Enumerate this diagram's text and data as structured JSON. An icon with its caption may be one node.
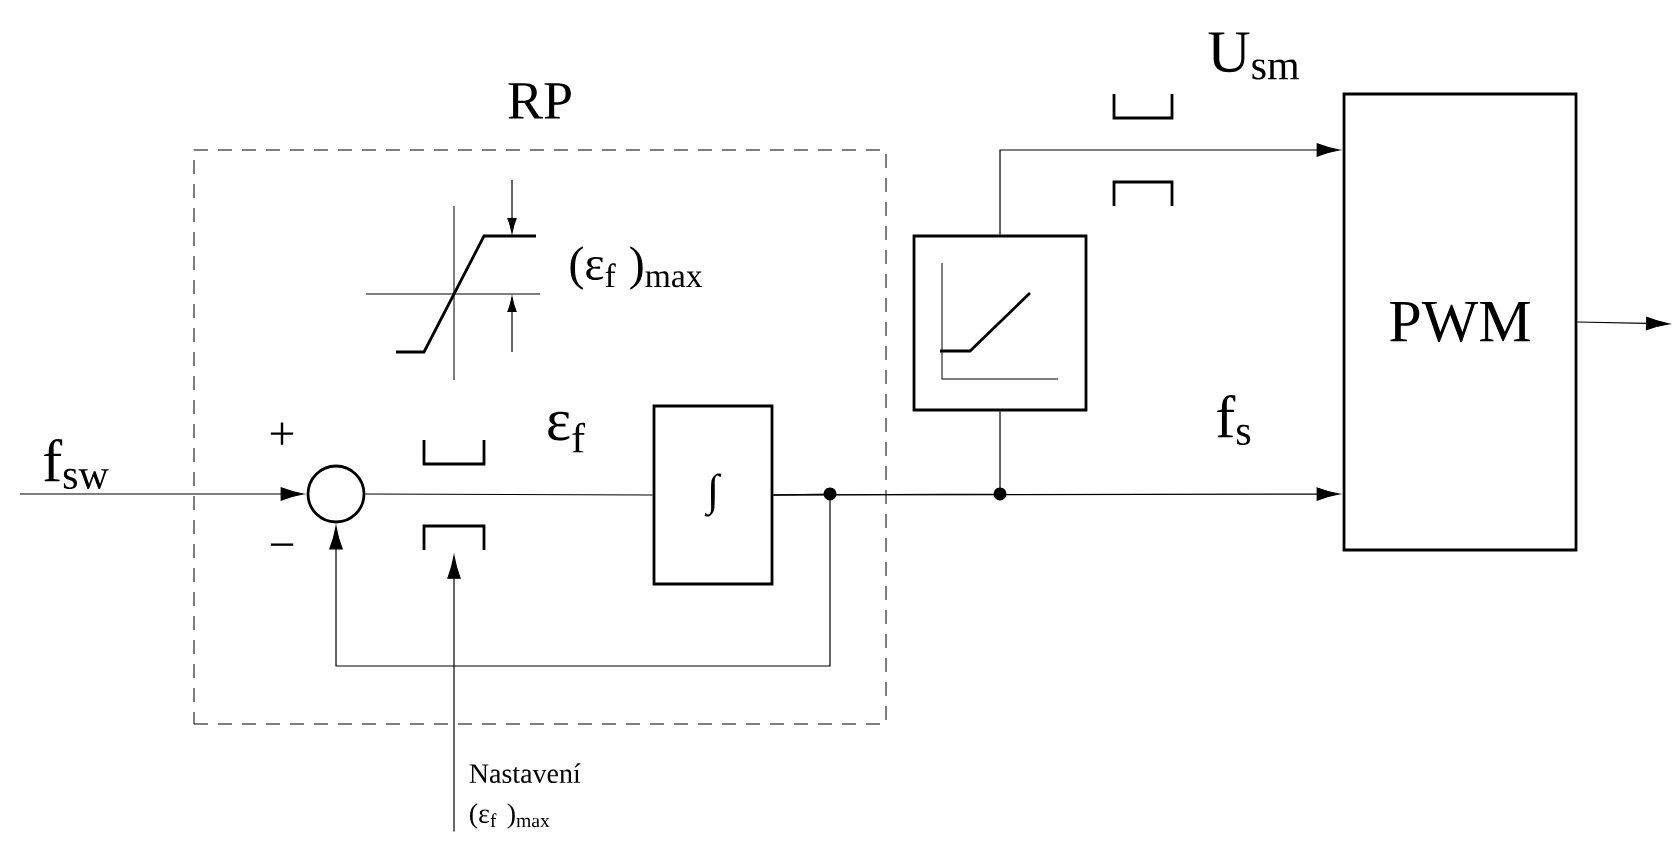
{
  "diagram": {
    "nodes": [
      {
        "text": [
          "RP"
        ]
      },
      {
        "text": [],
        "shape": "circle",
        "in": 0
      },
      {
        "text": [
          "∫"
        ],
        "in": 0
      },
      {
        "text": [],
        "shape": "box"
      },
      {
        "text": [
          "PWM"
        ]
      },
      {
        "text": [
          "Nastavení (ε$_{f}$ )$_{max}$"
        ]
      },
      {
        "text": [],
        "shape": "bracket",
        "in": 0
      }
    ],
    "edges": [
      {
        "from": null,
        "to": 1,
        "arrow": "to",
        "label": "f$_{sw}$"
      },
      {
        "from": 1,
        "to": 2,
        "arrow": "none",
        "label": "ε$_{f}$"
      },
      {
        "from": 2,
        "to": 1,
        "arrow": "to"
      },
      {
        "from": 2,
        "to": 3,
        "arrow": "none"
      },
      {
        "from": 2,
        "to": 4,
        "arrow": "to",
        "label": "f$_{s}$"
      },
      {
        "from": 3,
        "to": 4,
        "arrow": "to",
        "label": "U$_{sm}$"
      },
      {
        "from": 4,
        "to": null,
        "arrow": "to"
      },
      {
        "from": 5,
        "to": 6,
        "arrow": "to"
      }
    ],
    "labels": [
      "(ε$_{f}$ )$_{max}$",
      "+",
      "−"
    ]
  }
}
